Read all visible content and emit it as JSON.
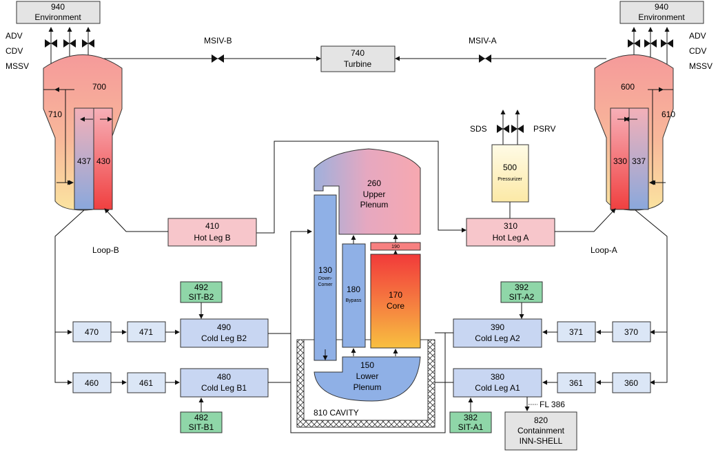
{
  "environment_left": {
    "number": "940",
    "name": "Environment"
  },
  "environment_right": {
    "number": "940",
    "name": "Environment"
  },
  "valves_left": {
    "adv": "ADV",
    "cdv": "CDV",
    "mssv": "MSSV"
  },
  "valves_right": {
    "adv": "ADV",
    "cdv": "CDV",
    "mssv": "MSSV"
  },
  "msiv_b": "MSIV-B",
  "msiv_a": "MSIV-A",
  "turbine": {
    "number": "740",
    "name": "Turbine"
  },
  "sg_b": {
    "dome": "700",
    "downcomer": "710",
    "tube_cold": "437",
    "tube_hot": "430"
  },
  "sg_a": {
    "dome": "600",
    "downcomer": "610",
    "tube_hot": "330",
    "tube_cold": "337"
  },
  "pressurizer": {
    "number": "500",
    "name": "Pressurizer",
    "sds": "SDS",
    "psrv": "PSRV"
  },
  "upper_plenum": {
    "number": "260",
    "line1": "Upper",
    "line2": "Plenum"
  },
  "downcomer": {
    "number": "130",
    "line1": "Down-",
    "line2": "Comer"
  },
  "bypass": {
    "number": "180",
    "name": "Bypass"
  },
  "core": {
    "number": "170",
    "name": "Core"
  },
  "core_top": "190",
  "lower_plenum": {
    "number": "150",
    "line1": "Lower",
    "line2": "Plenum"
  },
  "cavity": "810 CAVITY",
  "hot_leg_b": {
    "number": "410",
    "name": "Hot Leg B"
  },
  "hot_leg_a": {
    "number": "310",
    "name": "Hot Leg A"
  },
  "loop_b": "Loop-B",
  "loop_a": "Loop-A",
  "sit_b2": {
    "number": "492",
    "name": "SIT-B2"
  },
  "sit_b1": {
    "number": "482",
    "name": "SIT-B1"
  },
  "sit_a2": {
    "number": "392",
    "name": "SIT-A2"
  },
  "sit_a1": {
    "number": "382",
    "name": "SIT-A1"
  },
  "cold_leg_b2": {
    "number": "490",
    "name": "Cold Leg B2"
  },
  "cold_leg_b1": {
    "number": "480",
    "name": "Cold Leg B1"
  },
  "cold_leg_a2": {
    "number": "390",
    "name": "Cold Leg A2"
  },
  "cold_leg_a1": {
    "number": "380",
    "name": "Cold Leg A1"
  },
  "pump_b_470": "470",
  "pump_b_471": "471",
  "pump_b_460": "460",
  "pump_b_461": "461",
  "pump_a_370": "370",
  "pump_a_371": "371",
  "pump_a_360": "360",
  "pump_a_361": "361",
  "break_flow": "FL 386",
  "containment": {
    "number": "820",
    "line1": "Containment",
    "line2": "INN-SHELL"
  },
  "colors": {
    "hot_pink": "#f7c6cb",
    "cold_blue": "#c8d6f2",
    "sit_green": "#8fd6a8",
    "gray_box": "#e4e4e4",
    "reactor_blue": "#8fb0e6",
    "pressurizer_yellow": "#fff3c6"
  }
}
